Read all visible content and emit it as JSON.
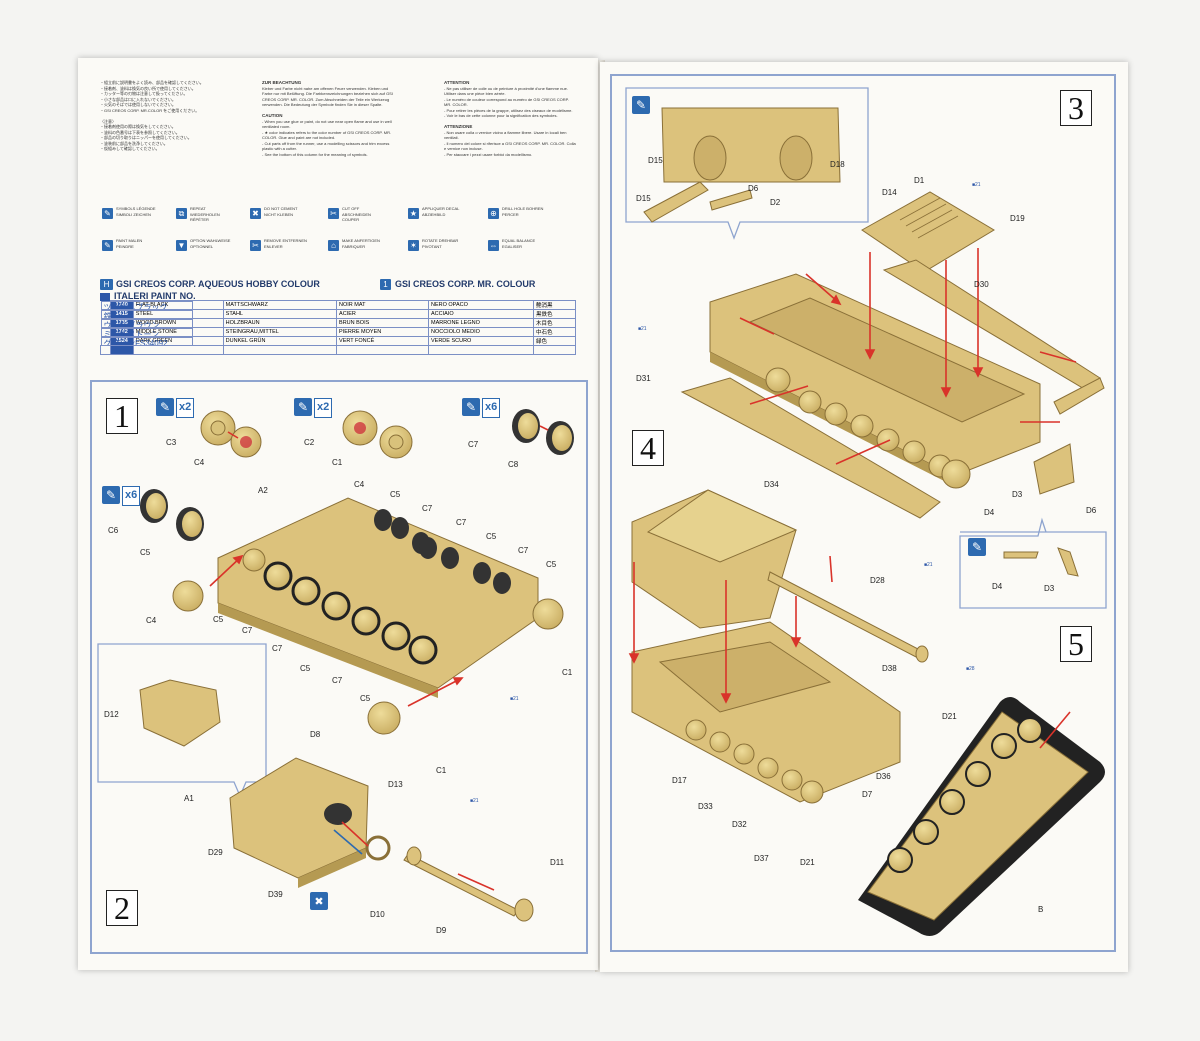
{
  "paint_chart": {
    "header_aqueous_num": "H",
    "header_aqueous": "GSI CREOS CORP. AQUEOUS HOBBY COLOUR",
    "header_mr_num": "1",
    "header_mr": "GSI CREOS CORP. MR. COLOUR",
    "header_italeri": "ITALERI PAINT NO.",
    "rows": [
      {
        "code": "1740",
        "en": "FLAT BLACK",
        "de": "MATTSCHWARZ",
        "fr": "NOIR MAT",
        "it": "NERO OPACO",
        "jp": "ツヤ消しブラック",
        "jp2": "艶消黒"
      },
      {
        "code": "1415",
        "en": "STEEL",
        "de": "STAHL",
        "fr": "ACIER",
        "it": "ACCIAIO",
        "jp": "鉄",
        "jp2": "黒鉄色"
      },
      {
        "code": "1735",
        "en": "WOOD BROWN",
        "de": "HOLZBRAUN",
        "fr": "BRUN BOIS",
        "it": "MARRONE LEGNO",
        "jp": "ウッドブラウン",
        "jp2": "木目色"
      },
      {
        "code": "1742",
        "en": "MIDDLE STONE",
        "de": "STEINGRAU,MITTEL",
        "fr": "PIERRE MOYEN",
        "it": "NOCCIOLO MEDIO",
        "jp": "ミドルストーン",
        "jp2": "中石色"
      },
      {
        "code": "1524",
        "en": "DARK GREEN",
        "de": "DUNKEL GRÜN",
        "fr": "VERT FONCÉ",
        "it": "VERDE SCURO",
        "jp": "グリーンFS34092",
        "jp2": "緑色"
      }
    ]
  },
  "text_blocks": {
    "de_title": "ZUR BEACHTUNG",
    "en_title": "CAUTION",
    "fr_title": "ATTENTION",
    "fr_title2": "ATTENZIONE"
  },
  "steps": {
    "s1": "1",
    "s2": "2",
    "s3": "3",
    "s4": "4",
    "s5": "5"
  },
  "multipliers": {
    "m1": "x2",
    "m2": "x2",
    "m3": "x6",
    "m4": "x6"
  },
  "parts": {
    "C3": "C3",
    "C4a": "C4",
    "C2": "C2",
    "C1a": "C1",
    "C7a": "C7",
    "C8": "C8",
    "C6": "C6",
    "C5a": "C5",
    "A2": "A2",
    "C4b": "C4",
    "C5b": "C5",
    "C7b": "C7",
    "C7c": "C7",
    "C5c": "C5",
    "C7d": "C7",
    "C5d": "C5",
    "C4c": "C4",
    "C5e": "C5",
    "C7e": "C7",
    "C7f": "C7",
    "C5f": "C5",
    "C7g": "C7",
    "C5g": "C5",
    "C1b": "C1",
    "C1c": "C1",
    "D12": "D12",
    "D8": "D8",
    "A1": "A1",
    "D13": "D13",
    "D29": "D29",
    "D39": "D39",
    "D10": "D10",
    "D9": "D9",
    "D11": "D11",
    "D15a": "D15",
    "D18": "D18",
    "D6a": "D6",
    "D15b": "D15",
    "D2": "D2",
    "D14": "D14",
    "D1": "D1",
    "D19": "D19",
    "D30": "D30",
    "D31": "D31",
    "D34": "D34",
    "D4a": "D4",
    "D3a": "D3",
    "D6b": "D6",
    "D4b": "D4",
    "D3b": "D3",
    "D28": "D28",
    "D38": "D38",
    "D21a": "D21",
    "D17": "D17",
    "D33": "D33",
    "D32": "D32",
    "D36": "D36",
    "D7": "D7",
    "D37": "D37",
    "D21b": "D21",
    "B": "B"
  }
}
